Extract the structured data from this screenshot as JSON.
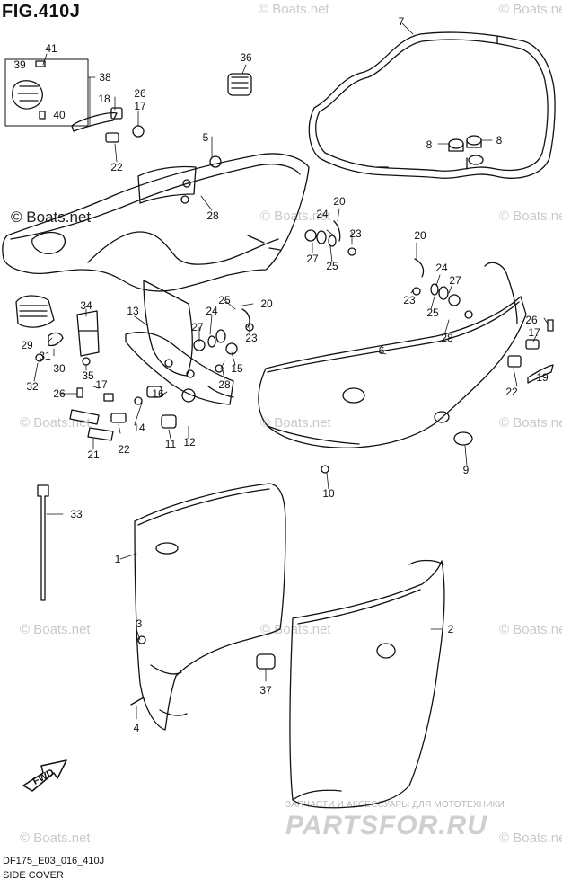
{
  "header": {
    "figure_title": "FIG.410J"
  },
  "footer": {
    "model_code": "DF175_E03_016_410J",
    "section_name": "SIDE COVER"
  },
  "watermarks": {
    "boats_net": "© Boats.net",
    "partsfor_tagline": "ЗАПЧАСТИ И АКСЕССУАРЫ ДЛЯ МОТОТЕХНИКИ",
    "partsfor_logo": "PARTSFOR.RU"
  },
  "fwd_arrow": {
    "label": "FWD"
  },
  "callouts": {
    "c1": "1",
    "c2": "2",
    "c3": "3",
    "c4": "4",
    "c5": "5",
    "c6": "6",
    "c7": "7",
    "c8a": "8",
    "c8b": "8",
    "c9": "9",
    "c10": "10",
    "c11": "11",
    "c12": "12",
    "c13": "13",
    "c14": "14",
    "c15": "15",
    "c16": "16",
    "c17a": "17",
    "c17b": "17",
    "c17c": "17",
    "c18": "18",
    "c19": "19",
    "c20a": "20",
    "c20b": "20",
    "c20c": "20",
    "c21": "21",
    "c22a": "22",
    "c22b": "22",
    "c22c": "22",
    "c23a": "23",
    "c23b": "23",
    "c23c": "23",
    "c24a": "24",
    "c24b": "24",
    "c24c": "24",
    "c25a": "25",
    "c25b": "25",
    "c25c": "25",
    "c26a": "26",
    "c26b": "26",
    "c26c": "26",
    "c27a": "27",
    "c27b": "27",
    "c27c": "27",
    "c28a": "28",
    "c28b": "28",
    "c28c": "28",
    "c29": "29",
    "c30": "30",
    "c31": "31",
    "c32": "32",
    "c33": "33",
    "c34": "34",
    "c35": "35",
    "c36": "36",
    "c37": "37",
    "c38": "38",
    "c39": "39",
    "c40": "40",
    "c41": "41"
  }
}
